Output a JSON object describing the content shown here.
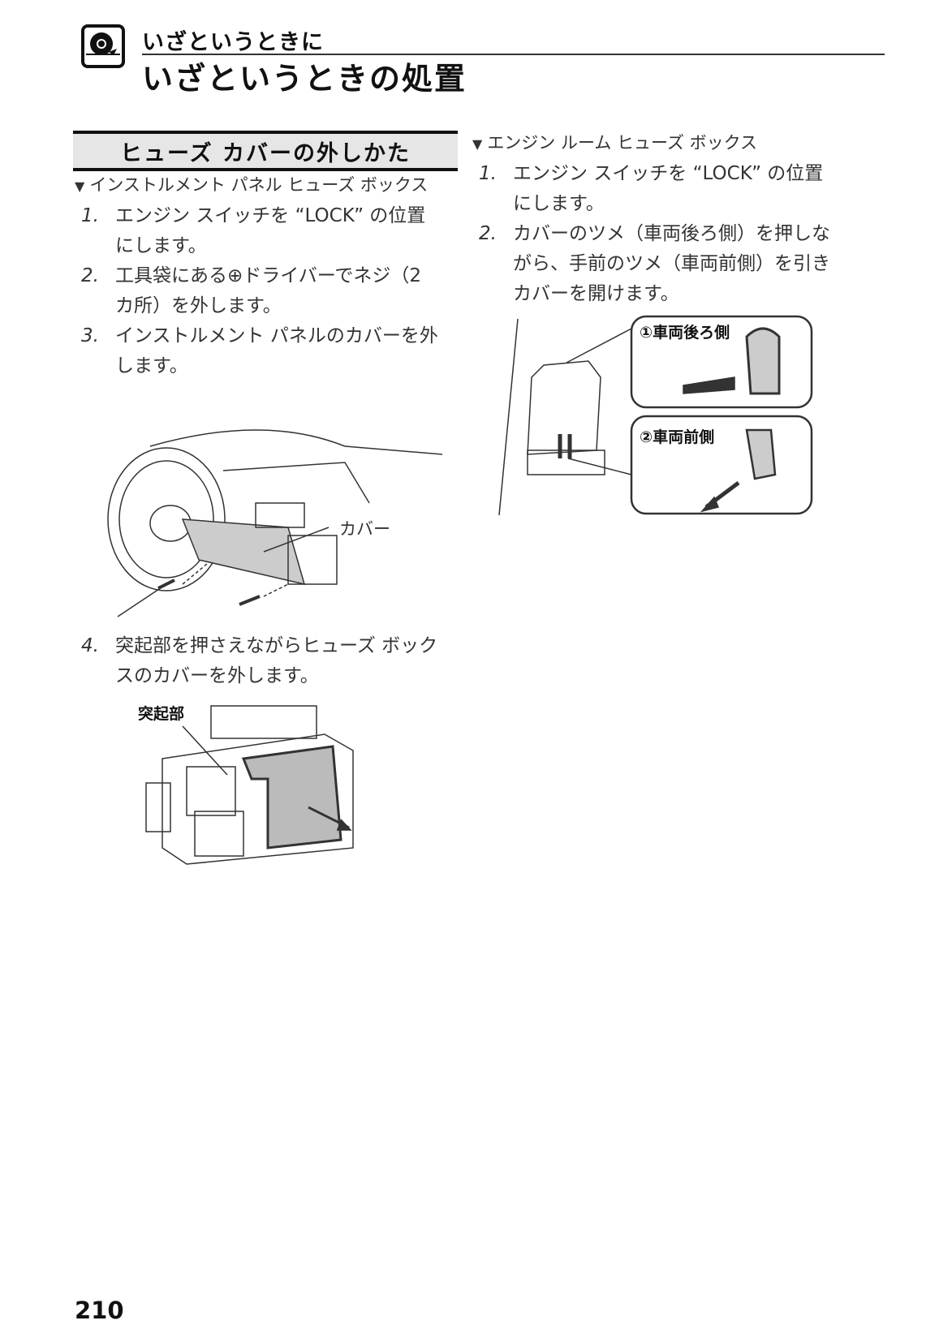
{
  "header": {
    "category": "いざというときに",
    "title": "いざというときの処置",
    "icon": "flat-tire-icon"
  },
  "section_title": "ヒューズ カバーの外しかた",
  "left": {
    "subheading": "インストルメント パネル ヒューズ ボックス",
    "steps": [
      {
        "num": "1.",
        "text": "エンジン スイッチを “LOCK” の位置にします。"
      },
      {
        "num": "2.",
        "text": "工具袋にある⊕ドライバーでネジ（2カ所）を外します。"
      },
      {
        "num": "3.",
        "text": "インストルメント パネルのカバーを外します。"
      },
      {
        "num": "4.",
        "text": "突起部を押さえながらヒューズ ボックスのカバーを外します。"
      }
    ],
    "fig1_label": "カバー",
    "fig2_label": "突起部"
  },
  "right": {
    "subheading": "エンジン ルーム ヒューズ ボックス",
    "steps": [
      {
        "num": "1.",
        "text": "エンジン スイッチを “LOCK” の位置にします。"
      },
      {
        "num": "2.",
        "text": "カバーのツメ（車両後ろ側）を押しながら、手前のツメ（車両前側）を引きカバーを開けます。"
      }
    ],
    "callout1": "①車両後ろ側",
    "callout2": "②車両前側"
  },
  "page_number": "210"
}
